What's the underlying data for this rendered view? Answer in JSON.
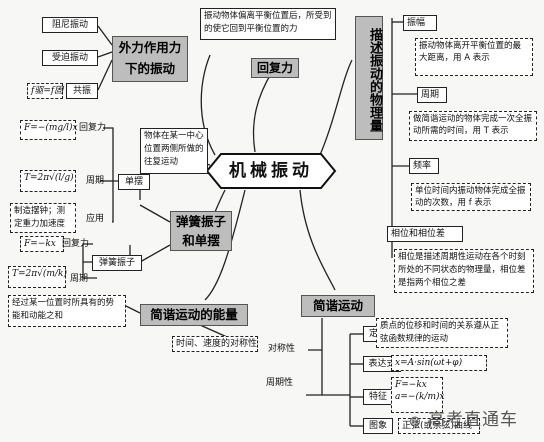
{
  "center": "机械振动",
  "topics": {
    "restoring": "回复力",
    "restoring_def": "振动物体偏离平衡位置后，所受到的使它回到平衡位置的力",
    "forced": "外力作用力下的振动",
    "describe": "描述振动的物理量",
    "spring_pendulum": "弹簧振子和单摆",
    "energy": "简谐运动的能量",
    "shm": "简谐运动"
  },
  "forced_items": [
    "阻尼振动",
    "受迫振动",
    "共振"
  ],
  "resonance_formula": "f驱=f固",
  "describe_items": [
    {
      "title": "振幅",
      "desc": "振动物体离开平衡位置的最大距离，用 A 表示"
    },
    {
      "title": "周期",
      "desc": "做简谐运动的物体完成一次全振动所需的时间，用 T 表示"
    },
    {
      "title": "频率",
      "desc": "单位时间内振动物体完成全振动的次数，用 f 表示"
    },
    {
      "title": "相位和相位差",
      "desc": "相位是描述周期性运动在各个时刻所处的不同状态的物理量，相位差是指两个相位之差"
    }
  ],
  "pendulum": {
    "def": "物体在某一中心位置两侧所做的往复运动",
    "label": "单摆",
    "restoring_label": "回复力",
    "restoring_formula": "F=−(mg/l)x",
    "period_label": "周期",
    "period_formula": "T=2π√(l/g)",
    "application_label": "应用",
    "application": "制造摆钟；测定重力加速度"
  },
  "spring": {
    "label": "弹簧振子",
    "restoring_label": "回复力",
    "restoring_formula": "F=−kx",
    "period_label": "周期",
    "period_formula": "T=2π√(m/k)"
  },
  "energy_desc": "经过某一位置时所具有的势能和动能之和",
  "shm_items": {
    "symmetry_label": "对称性",
    "symmetry_desc": "时间、速度的对称性",
    "periodicity_label": "周期性",
    "definition_label": "定义",
    "definition_desc": "质点的位移和时间的关系遵从正弦函数规律的运动",
    "expression_label": "表达式",
    "expression": "x=A·sin(ωt+φ)",
    "feature_label": "特征",
    "feature_f1": "F=−kx",
    "feature_f2": "a=−(k/m)x",
    "image_label": "图象",
    "image_desc": "正弦(或余弦)曲线"
  },
  "watermark": "高考直通车"
}
